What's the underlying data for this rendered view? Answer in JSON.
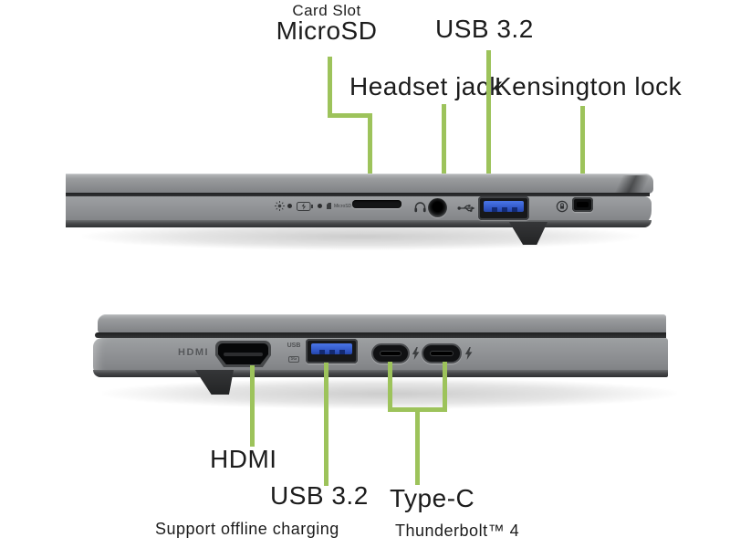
{
  "accent_color": "#9dc35b",
  "annotations": {
    "top_view": {
      "card_slot_small": "Card Slot",
      "card_slot_big": "MicroSD",
      "usb": "USB 3.2",
      "headset_jack": "Headset jack",
      "kensington_lock": "Kensington lock"
    },
    "bottom_view": {
      "hdmi": "HDMI",
      "usb": "USB 3.2",
      "usb_note": "Support offline charging",
      "type_c": "Type-C",
      "type_c_note": "Thunderbolt™ 4"
    }
  },
  "chassis": {
    "top_edge": {
      "microsd_print": "MicroSD",
      "ports": [
        "microsd-card-slot",
        "headset-jack-port",
        "usb-a-port",
        "kensington-lock-slot"
      ],
      "icons": [
        "brightness-led-icon",
        "battery-charging-icon",
        "microsd-card-icon",
        "headset-icon",
        "usb-icon",
        "kensington-lock-icon"
      ]
    },
    "bottom_edge": {
      "hdmi_print": "HDMI",
      "usb_badge_line1": "USB",
      "usb_badge_line2": "5G",
      "ports": [
        "hdmi-port",
        "usb-a-port",
        "usb-c-port-1",
        "usb-c-port-2"
      ],
      "icons": [
        "usb-5gbps-icon",
        "thunderbolt-flash-icon",
        "thunderbolt-flash-icon"
      ]
    }
  }
}
